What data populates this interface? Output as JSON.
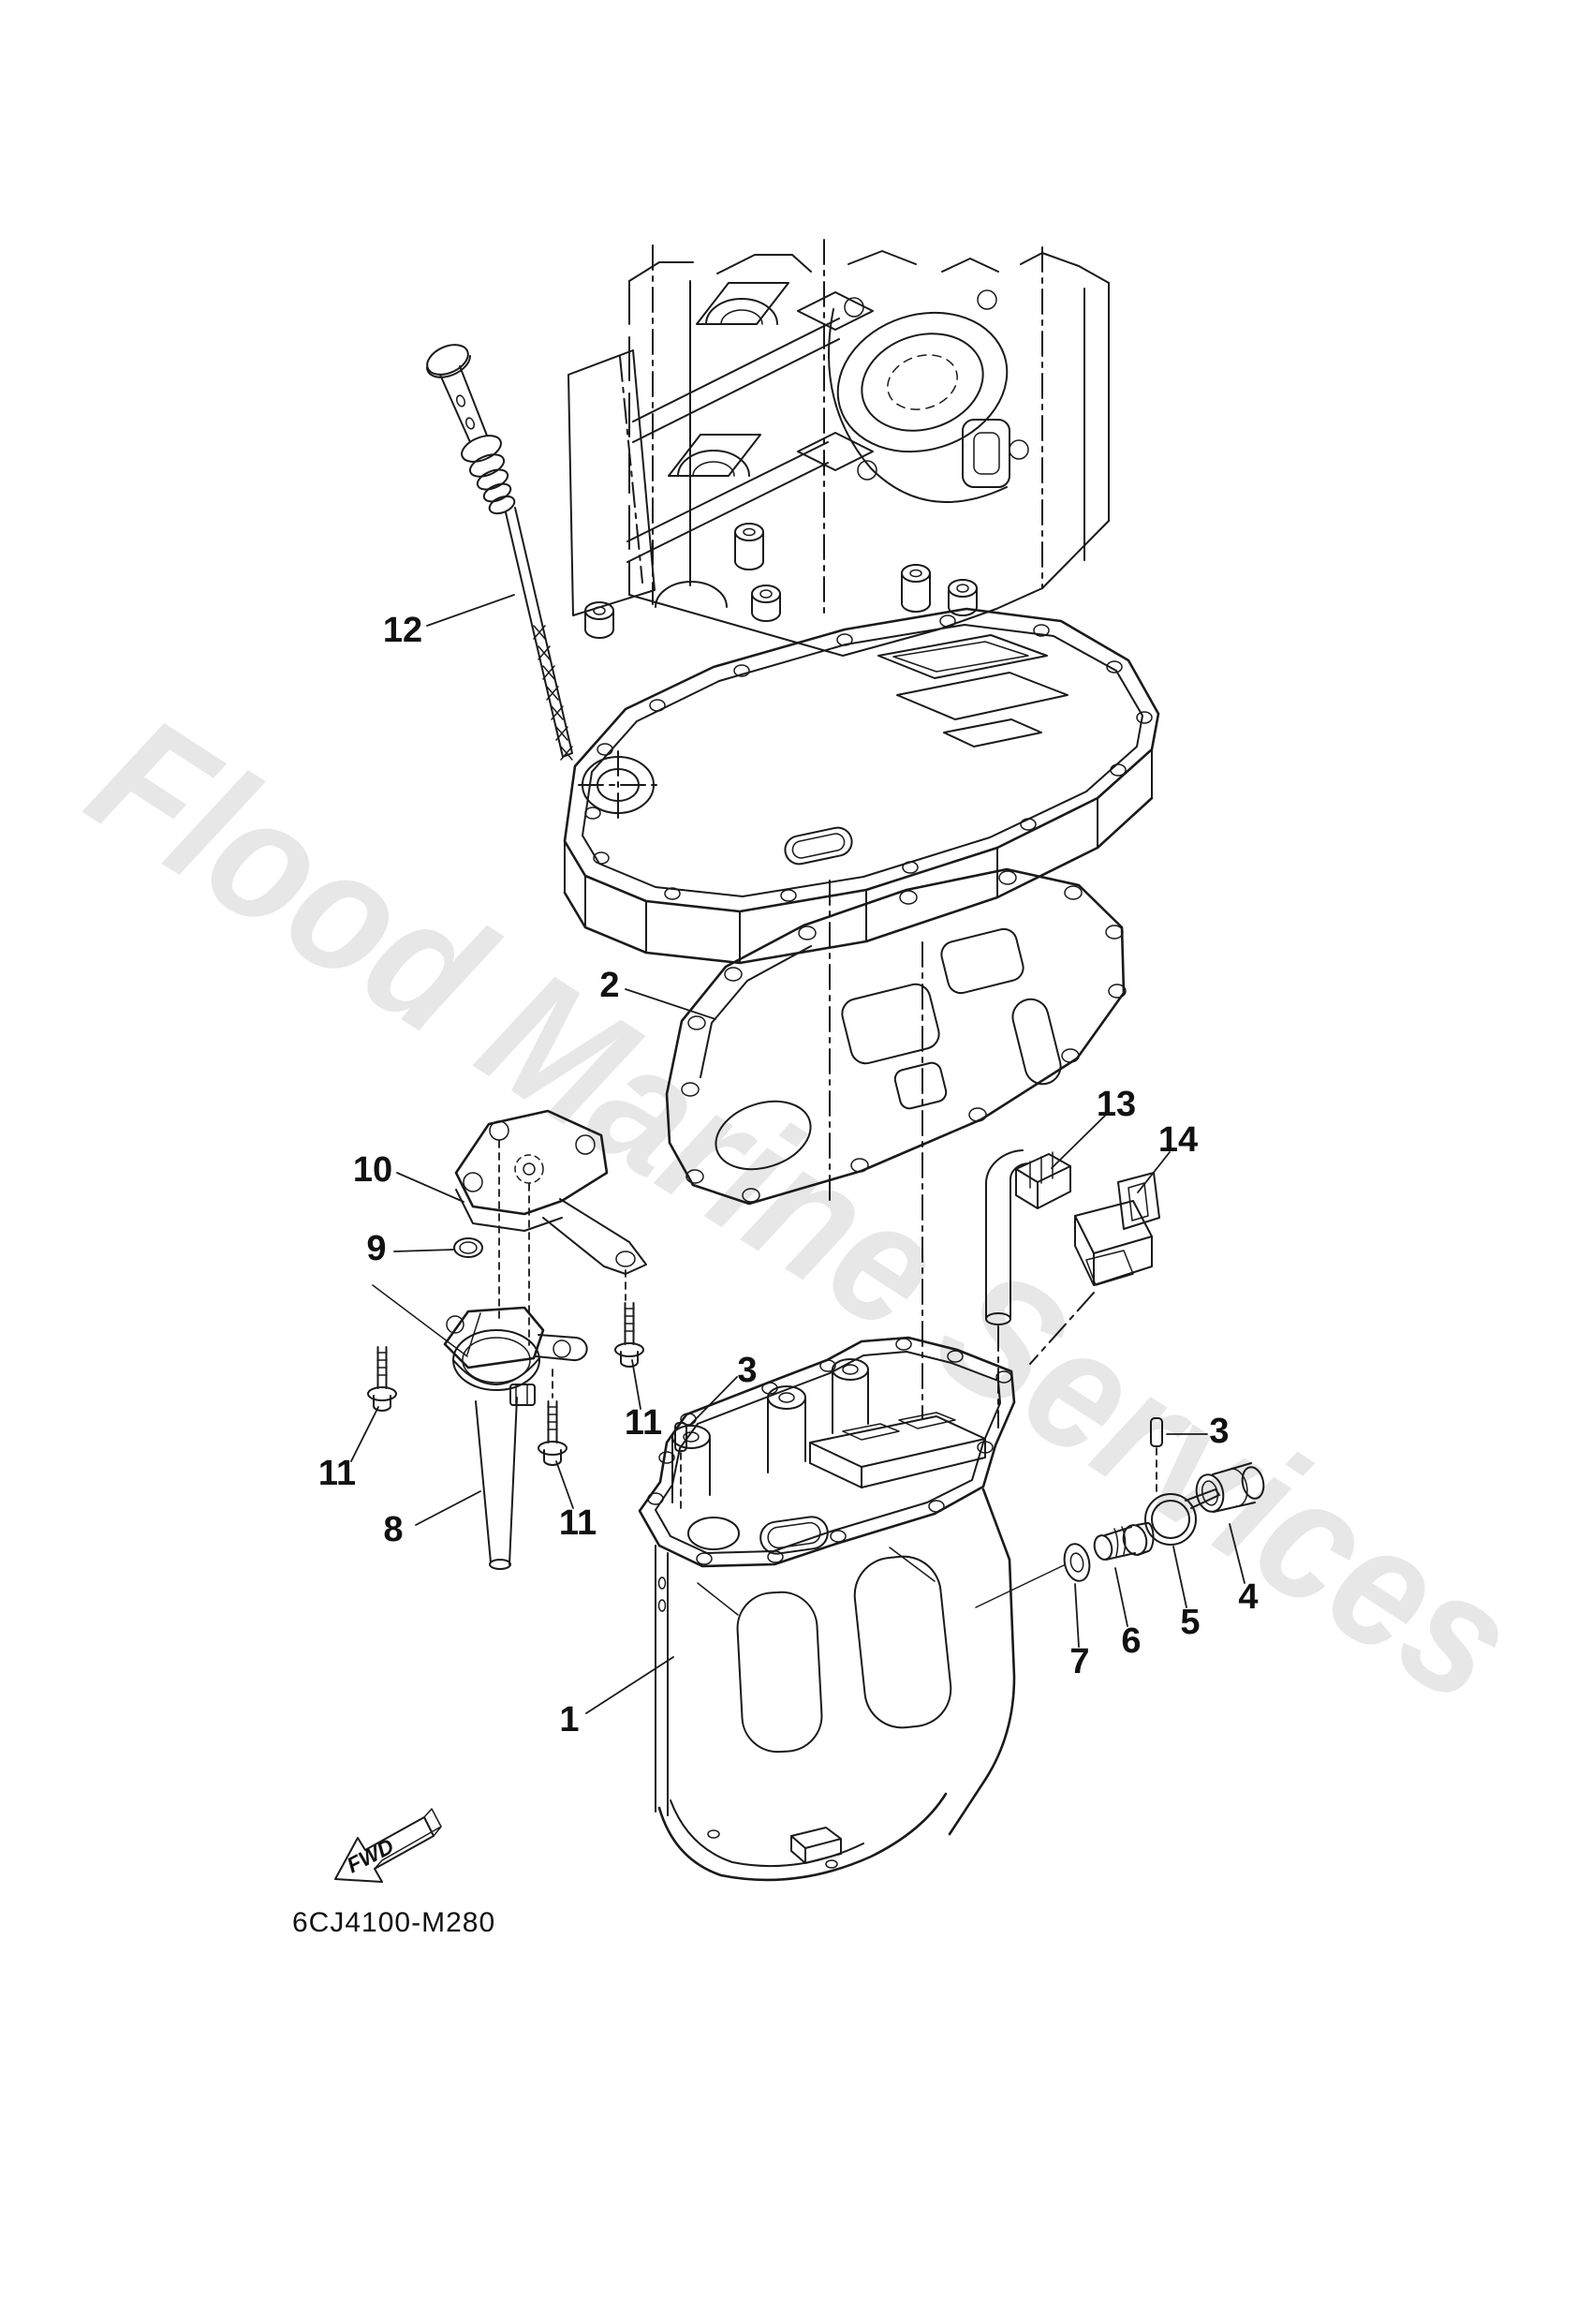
{
  "colors": {
    "line": "#1a1a1a",
    "label": "#111111",
    "watermark": "#e7e7e7",
    "background": "#ffffff"
  },
  "watermark": {
    "text": "Flood Marine Services",
    "color": "#e7e7e7"
  },
  "footer": {
    "drawing_code": "6CJ4100-M280"
  },
  "fwd_arrow": {
    "label": "FWD"
  },
  "callouts": {
    "c1": "1",
    "c2": "2",
    "c3_left": "3",
    "c3_right": "3",
    "c4": "4",
    "c5": "5",
    "c6": "6",
    "c7": "7",
    "c8": "8",
    "c9": "9",
    "c10": "10",
    "c11_left": "11",
    "c11_middle": "11",
    "c11_right": "11",
    "c12": "12",
    "c13": "13",
    "c14": "14"
  }
}
